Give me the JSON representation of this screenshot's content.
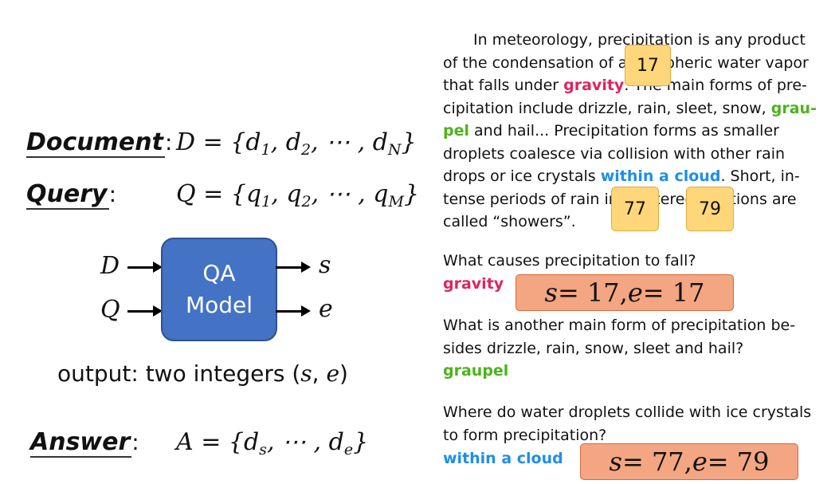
{
  "left": {
    "document": {
      "label": "Document",
      "colon": ":",
      "formula_prefix": "D = {d",
      "s1": "1",
      "mid1": ", d",
      "s2": "2",
      "mid2": ", ⋯ , d",
      "sN": "N",
      "suffix": "}"
    },
    "query": {
      "label": "Query",
      "colon": ":",
      "formula_prefix": "Q = {q",
      "s1": "1",
      "mid1": ", q",
      "s2": "2",
      "mid2": ", ⋯ , q",
      "sM": "M",
      "suffix": "}"
    },
    "model": {
      "input_d": "D",
      "input_q": "Q",
      "box_line1": "QA",
      "box_line2": "Model",
      "output_s": "s",
      "output_e": "e",
      "output_text_prefix": "output: two integers (",
      "output_s_var": "s",
      "output_sep": ", ",
      "output_e_var": "e",
      "output_text_suffix": ")"
    },
    "answer": {
      "label": "Answer",
      "colon": ":",
      "formula_prefix": "A = {d",
      "ss": "s",
      "mid": ", ⋯ , d",
      "se": "e",
      "suffix": "}"
    }
  },
  "passage": {
    "line1": "In meteorology, precipitation is any product",
    "line2a": "of the condensation of atmospheric water vapor",
    "line3a": "that falls under ",
    "gravity": "gravity",
    "line3b": ". The main forms of pre-",
    "line4a": "cipitation include drizzle, rain, sleet, snow, ",
    "graupel_a": "grau-",
    "graupel_b": "pel",
    "line5b": " and hail...  Precipitation forms as smaller",
    "line6": "droplets coalesce via collision with other rain",
    "line7a": "drops or ice crystals ",
    "within_cloud": "within a cloud",
    "line7b": ". Short, in-",
    "line8": "tense periods of rain in scattered locations are",
    "line9": "called “showers”."
  },
  "tags": {
    "t17": "17",
    "t77": "77",
    "t79": "79"
  },
  "questions": [
    {
      "text": "What causes precipitation to fall?",
      "answer": "gravity",
      "se_s": "s",
      "se_eq1": " = 17, ",
      "se_e": "e",
      "se_eq2": " = 17"
    },
    {
      "text": "What is another main form of precipitation be-sides drizzle, rain, snow, sleet and hail?",
      "text_l1": "What is another main form of precipitation be-",
      "text_l2": "sides drizzle, rain, snow, sleet and hail?",
      "answer": "graupel"
    },
    {
      "text_l1": "Where do water droplets collide with ice crystals",
      "text_l2": "to form precipitation?",
      "answer": "within a cloud",
      "se_s": "s",
      "se_eq1": " = 77, ",
      "se_e": "e",
      "se_eq2": " = 79"
    }
  ],
  "colors": {
    "model_box": "#4472c4",
    "tag": "#ffd77a",
    "se_box": "#f4a582",
    "red": "#e0245e",
    "green": "#4cb31c",
    "blue": "#1e8fe6"
  }
}
